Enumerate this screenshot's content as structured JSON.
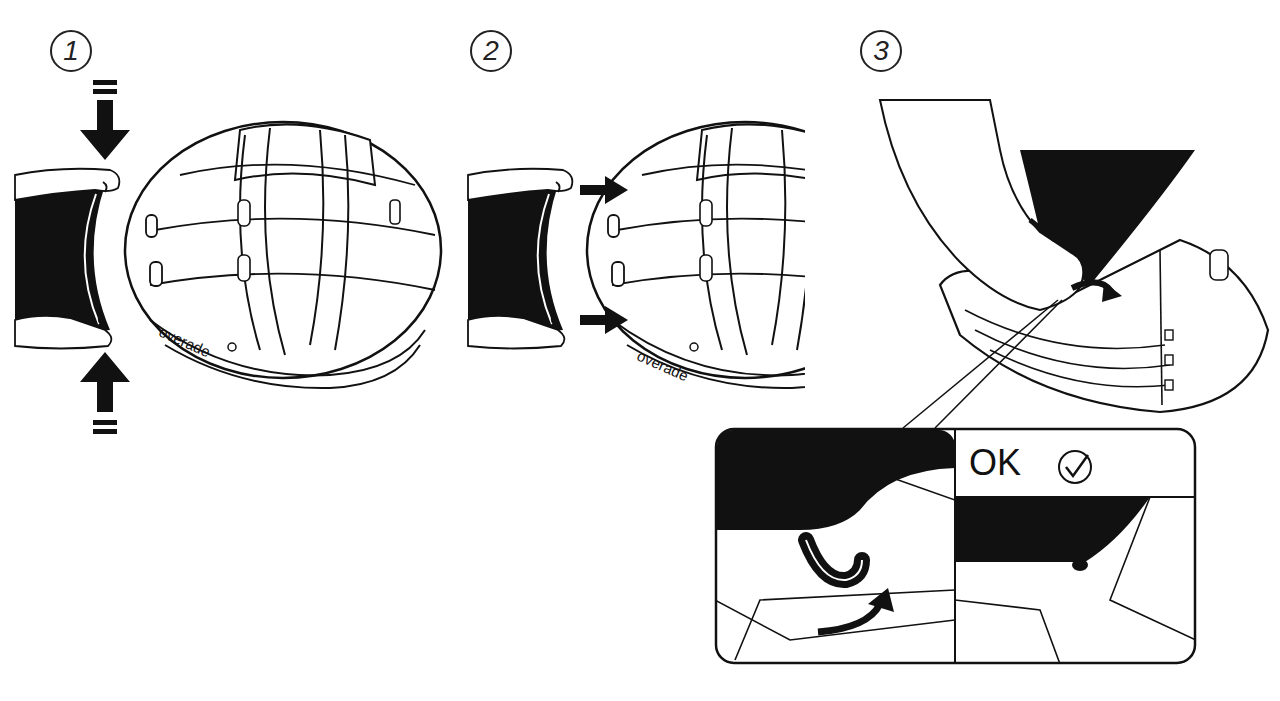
{
  "diagram": {
    "nodes": [
      {
        "text": [
          "1"
        ]
      },
      {
        "text": [
          "2"
        ]
      },
      {
        "text": [
          "3"
        ]
      },
      {
        "text": [
          "OK"
        ]
      }
    ],
    "labels": [
      "overade",
      "overade"
    ]
  }
}
